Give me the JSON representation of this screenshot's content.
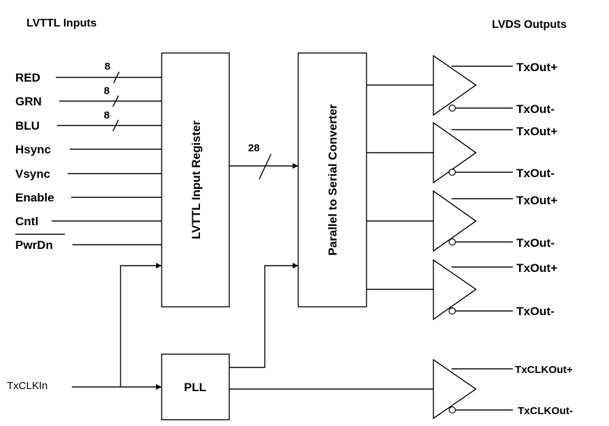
{
  "headers": {
    "inputs": "LVTTL Inputs",
    "outputs": "LVDS Outputs"
  },
  "inputs": {
    "red": "RED",
    "grn": "GRN",
    "blu": "BLU",
    "hsync": "Hsync",
    "vsync": "Vsync",
    "enable": "Enable",
    "cntl": "Cntl",
    "pwrdn": "PwrDn",
    "clkin": "TxCLKIn"
  },
  "bus_widths": {
    "red": "8",
    "grn": "8",
    "blu": "8",
    "internal": "28"
  },
  "blocks": {
    "input_register": "LVTTL Input Register",
    "converter": "Parallel to Serial Converter",
    "pll": "PLL"
  },
  "outputs": {
    "tx1_pos": "TxOut+",
    "tx1_neg": "TxOut-",
    "tx2_pos": "TxOut+",
    "tx2_neg": "TxOut-",
    "tx3_pos": "TxOut+",
    "tx3_neg": "TxOut-",
    "tx4_pos": "TxOut+",
    "tx4_neg": "TxOut-",
    "clk_pos": "TxCLKOut+",
    "clk_neg": "TxCLKOut-"
  }
}
